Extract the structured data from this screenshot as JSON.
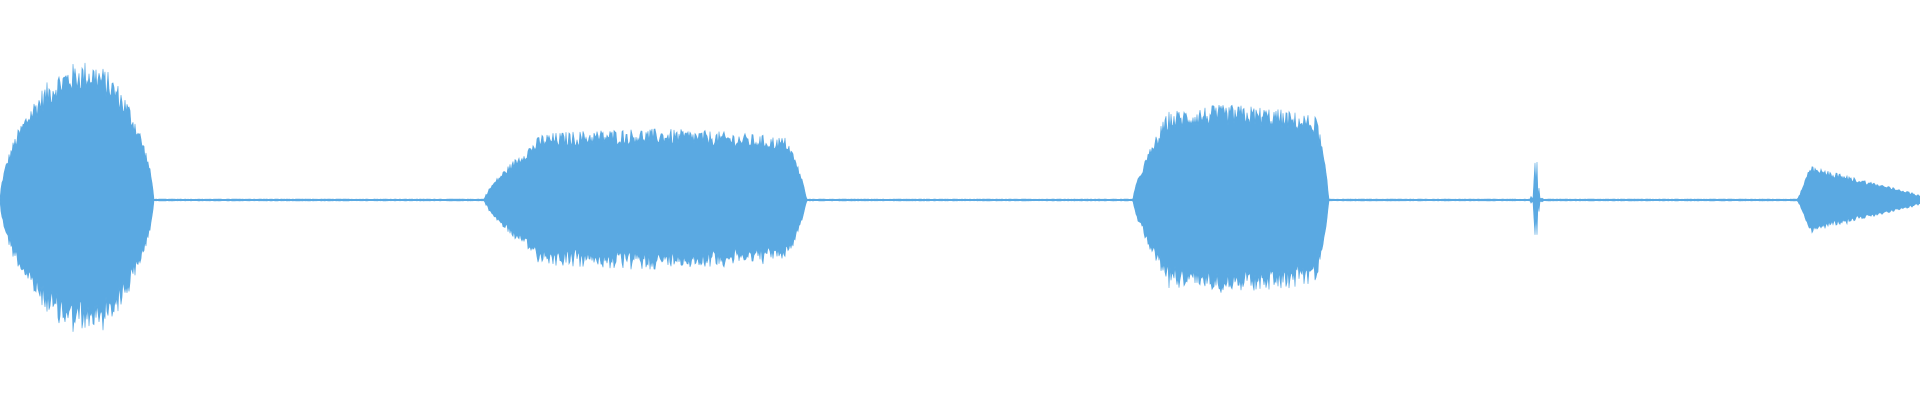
{
  "waveform": {
    "color": "#5aa9e2",
    "baseline_amplitude": 0.006,
    "segments": [
      {
        "start": 0.0,
        "peak": 0.045,
        "end": 0.08,
        "amplitude": 0.82,
        "shape": "bulge"
      },
      {
        "start": 0.252,
        "peak": 0.34,
        "end": 0.42,
        "amplitude": 0.42,
        "shape": "plateau"
      },
      {
        "start": 0.59,
        "peak": 0.64,
        "end": 0.692,
        "amplitude": 0.56,
        "shape": "plateau"
      },
      {
        "start": 0.795,
        "peak": 0.8,
        "end": 0.812,
        "amplitude": 0.45,
        "shape": "spike"
      },
      {
        "start": 0.936,
        "peak": 0.96,
        "end": 1.0,
        "amplitude": 0.22,
        "shape": "taper"
      }
    ]
  }
}
